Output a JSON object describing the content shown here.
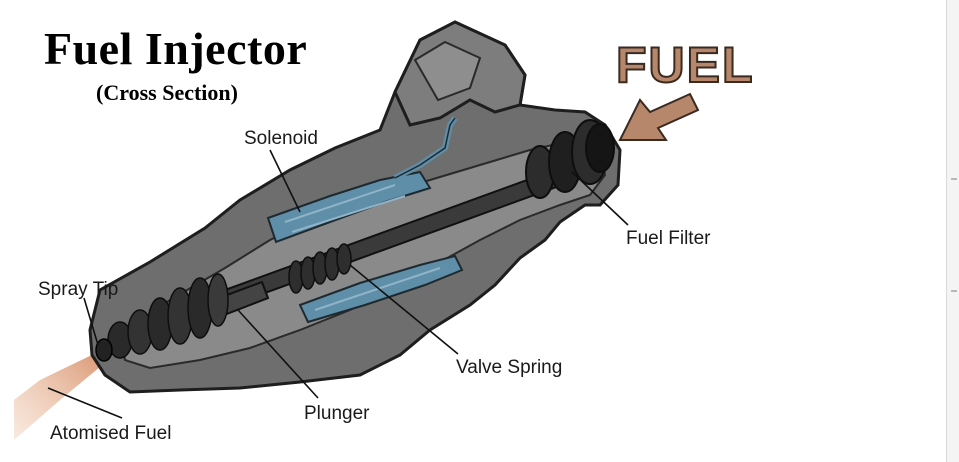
{
  "title": "Fuel Injector",
  "subtitle": "(Cross Section)",
  "fuel_label": "FUEL",
  "labels": {
    "solenoid": "Solenoid",
    "spray_tip": "Spray Tip",
    "fuel_filter": "Fuel Filter",
    "valve_spring": "Valve Spring",
    "plunger": "Plunger",
    "atomised_fuel": "Atomised Fuel"
  },
  "colors": {
    "body_outer": "#6e6e6e",
    "body_inner": "#8a8a8a",
    "solenoid_blue": "#5f8ea8",
    "fuel_arrow": "#b7876b",
    "spray": "#e0a888"
  }
}
